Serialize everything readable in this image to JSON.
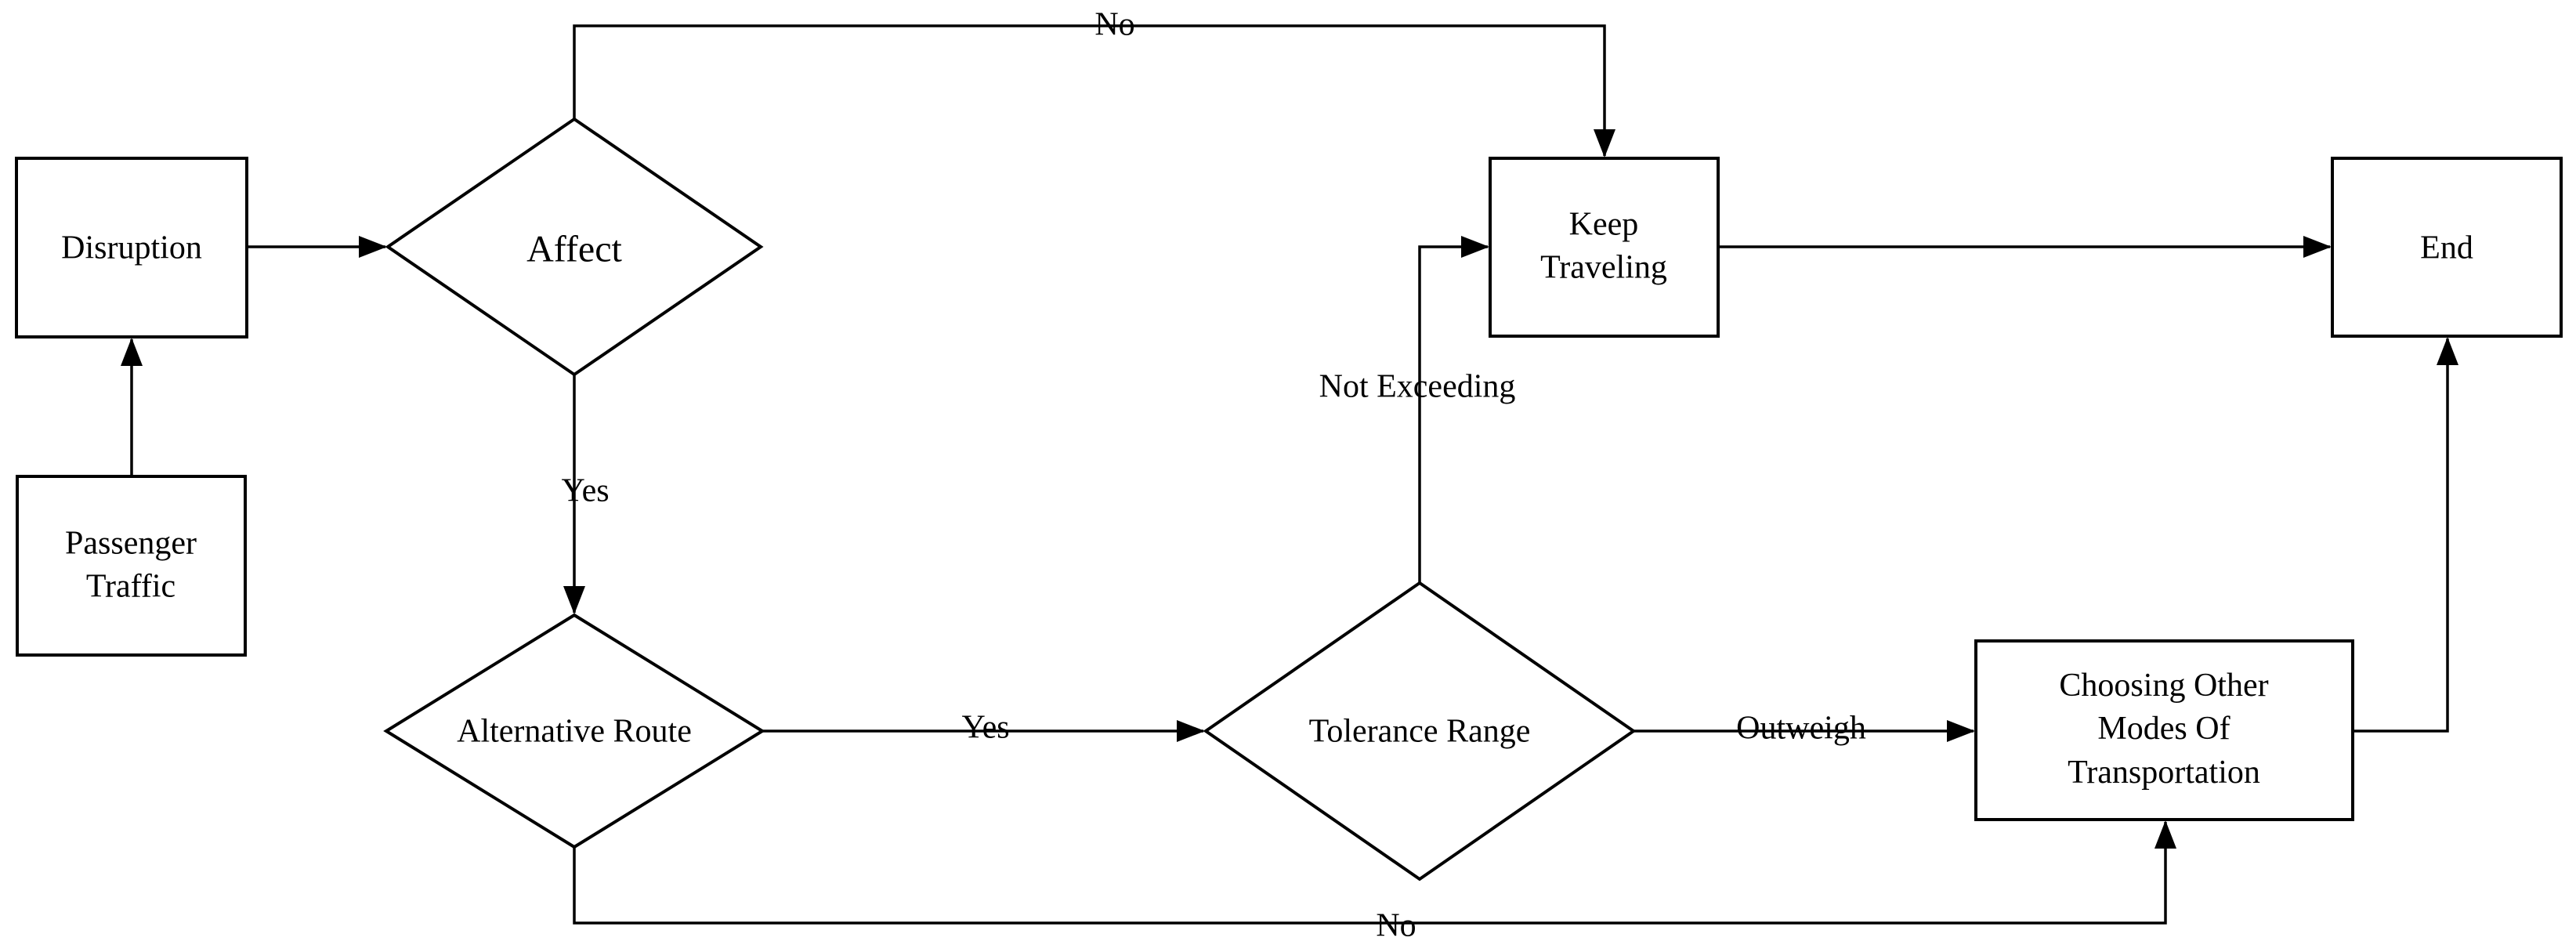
{
  "diagram": {
    "background": "#ffffff",
    "line_color": "#000000",
    "text_color": "#000000",
    "node_fill": "#ffffff"
  },
  "nodes": {
    "disruption": {
      "label": "Disruption",
      "shape": "rectangle"
    },
    "passenger_traffic": {
      "label": "Passenger\nTraffic",
      "shape": "rectangle"
    },
    "affect": {
      "label": "Affect",
      "shape": "diamond"
    },
    "keep_traveling": {
      "label": "Keep\nTraveling",
      "shape": "rectangle"
    },
    "end": {
      "label": "End",
      "shape": "rectangle"
    },
    "alternative_route": {
      "label": "Alternative Route",
      "shape": "diamond"
    },
    "tolerance_range": {
      "label": "Tolerance Range",
      "shape": "diamond"
    },
    "choosing_other_modes": {
      "label": "Choosing Other\nModes Of\nTransportation",
      "shape": "rectangle"
    }
  },
  "edge_labels": {
    "no_top": "No",
    "yes_down": "Yes",
    "yes_right": "Yes",
    "not_exceeding": "Not Exceeding",
    "outweigh": "Outweigh",
    "no_bottom": "No"
  }
}
